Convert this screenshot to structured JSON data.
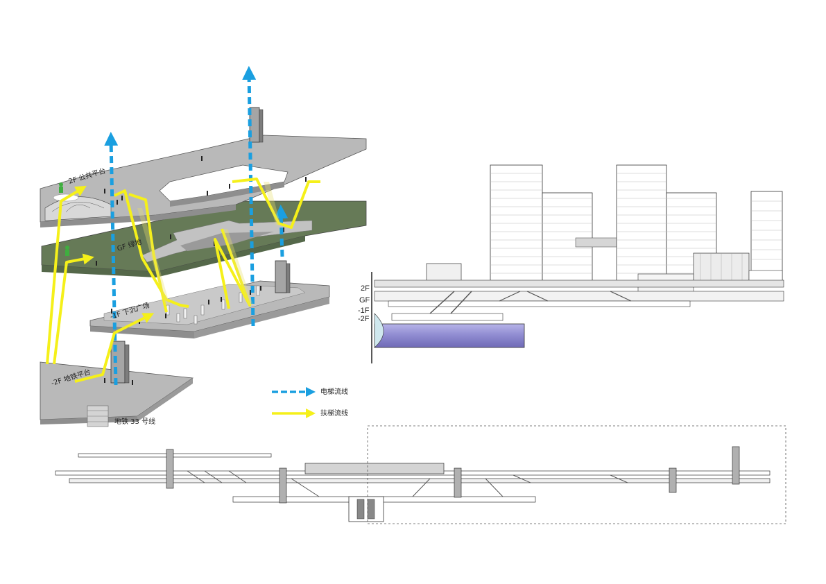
{
  "axon": {
    "label_2f": "2F 公共平台",
    "label_gf": "GF 绿地",
    "label_b1": "-1F 下沉广场",
    "label_b2": "-2F 地铁平台",
    "label_metro": "地铁 33 号线"
  },
  "legend": {
    "elevator_label": "电梯流线",
    "escalator_label": "扶梯流线",
    "elevator_color": "#1a9fe0",
    "escalator_color": "#f5f01a"
  },
  "section": {
    "floors": [
      "2F",
      "GF",
      "-1F",
      "-2F"
    ],
    "tunnel_color": "#8e8ad0"
  },
  "colors": {
    "slab_top": "#b9b9b9",
    "slab_side": "#8e8e8e",
    "green": "#667a57"
  }
}
